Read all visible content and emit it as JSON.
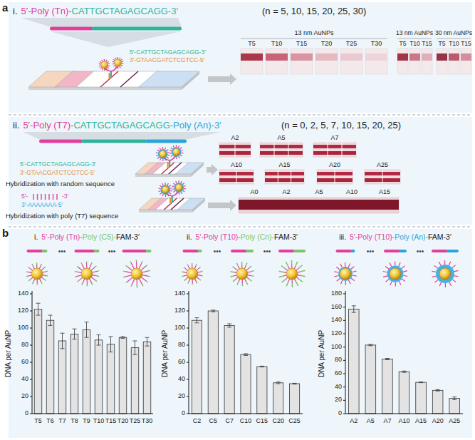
{
  "diagram": {
    "nodes": [
      {
        "text": [
          "i.",
          "5′-Poly (Tn)-",
          "CATTGCTAGAGCAGG-3′",
          "(n = 5, 10, 15, 20, 25, 30)"
        ]
      },
      {
        "text": [
          "ii.",
          "5′-Poly (T7)-",
          "CATTGCTAGAGCAGG-",
          "Poly (An)-3′",
          "(n = 0, 2, 5, 7, 10, 15, 20, 25)"
        ]
      },
      {
        "text": [
          "i.",
          "5′-Poly (Tn)-",
          "Poly (C5)-",
          "FAM-3′",
          "ii.",
          "5′-Poly (T10)-",
          "Poly (Cn)-",
          "FAM-3′",
          "iii.",
          "5′-Poly (T10)-",
          "Poly (An)-",
          "FAM-3′"
        ]
      }
    ],
    "labels": [
      "a",
      "5′-CATTGCTAGAGCAGG-3′",
      "3′-GTAACGATCTCGTCC-5′",
      "13 nm AuNPs",
      "T5",
      "T10",
      "T15",
      "T20",
      "T25",
      "T30",
      "13 nm AuNPs",
      "30 nm AuNPs",
      "T5",
      "T10",
      "T15",
      "T5",
      "T10",
      "T15",
      "5′-CATTGCTAGAGCAGG-3′",
      "3′-GTAACGATCTCGTCC-5′",
      "Hybridization with random sequence",
      "A2",
      "A5",
      "A7",
      "A10",
      "A15",
      "A20",
      "A25",
      "5′-",
      "-3′",
      "3′-AAAAAAA-5′",
      "Hybridization with poly (T7) sequence",
      "A0",
      "A2",
      "A5",
      "A10",
      "A15",
      "b",
      "•••",
      "•••",
      "•••",
      "•••",
      "•••",
      "•••",
      "DNA per AuNP",
      "0",
      "20",
      "40",
      "60",
      "80",
      "100",
      "120",
      "140",
      "T5",
      "T6",
      "T7",
      "T8",
      "T9",
      "T10",
      "T15",
      "T20",
      "T25",
      "T30",
      "DNA per AuNP",
      "0",
      "20",
      "40",
      "60",
      "80",
      "100",
      "120",
      "140",
      "C2",
      "C5",
      "C7",
      "C10",
      "C15",
      "C20",
      "C25",
      "DNA per AuNP",
      "0",
      "20",
      "40",
      "60",
      "80",
      "100",
      "120",
      "140",
      "160",
      "180",
      "A2",
      "A5",
      "A7",
      "A10",
      "A15",
      "A20",
      "A25"
    ]
  }
}
